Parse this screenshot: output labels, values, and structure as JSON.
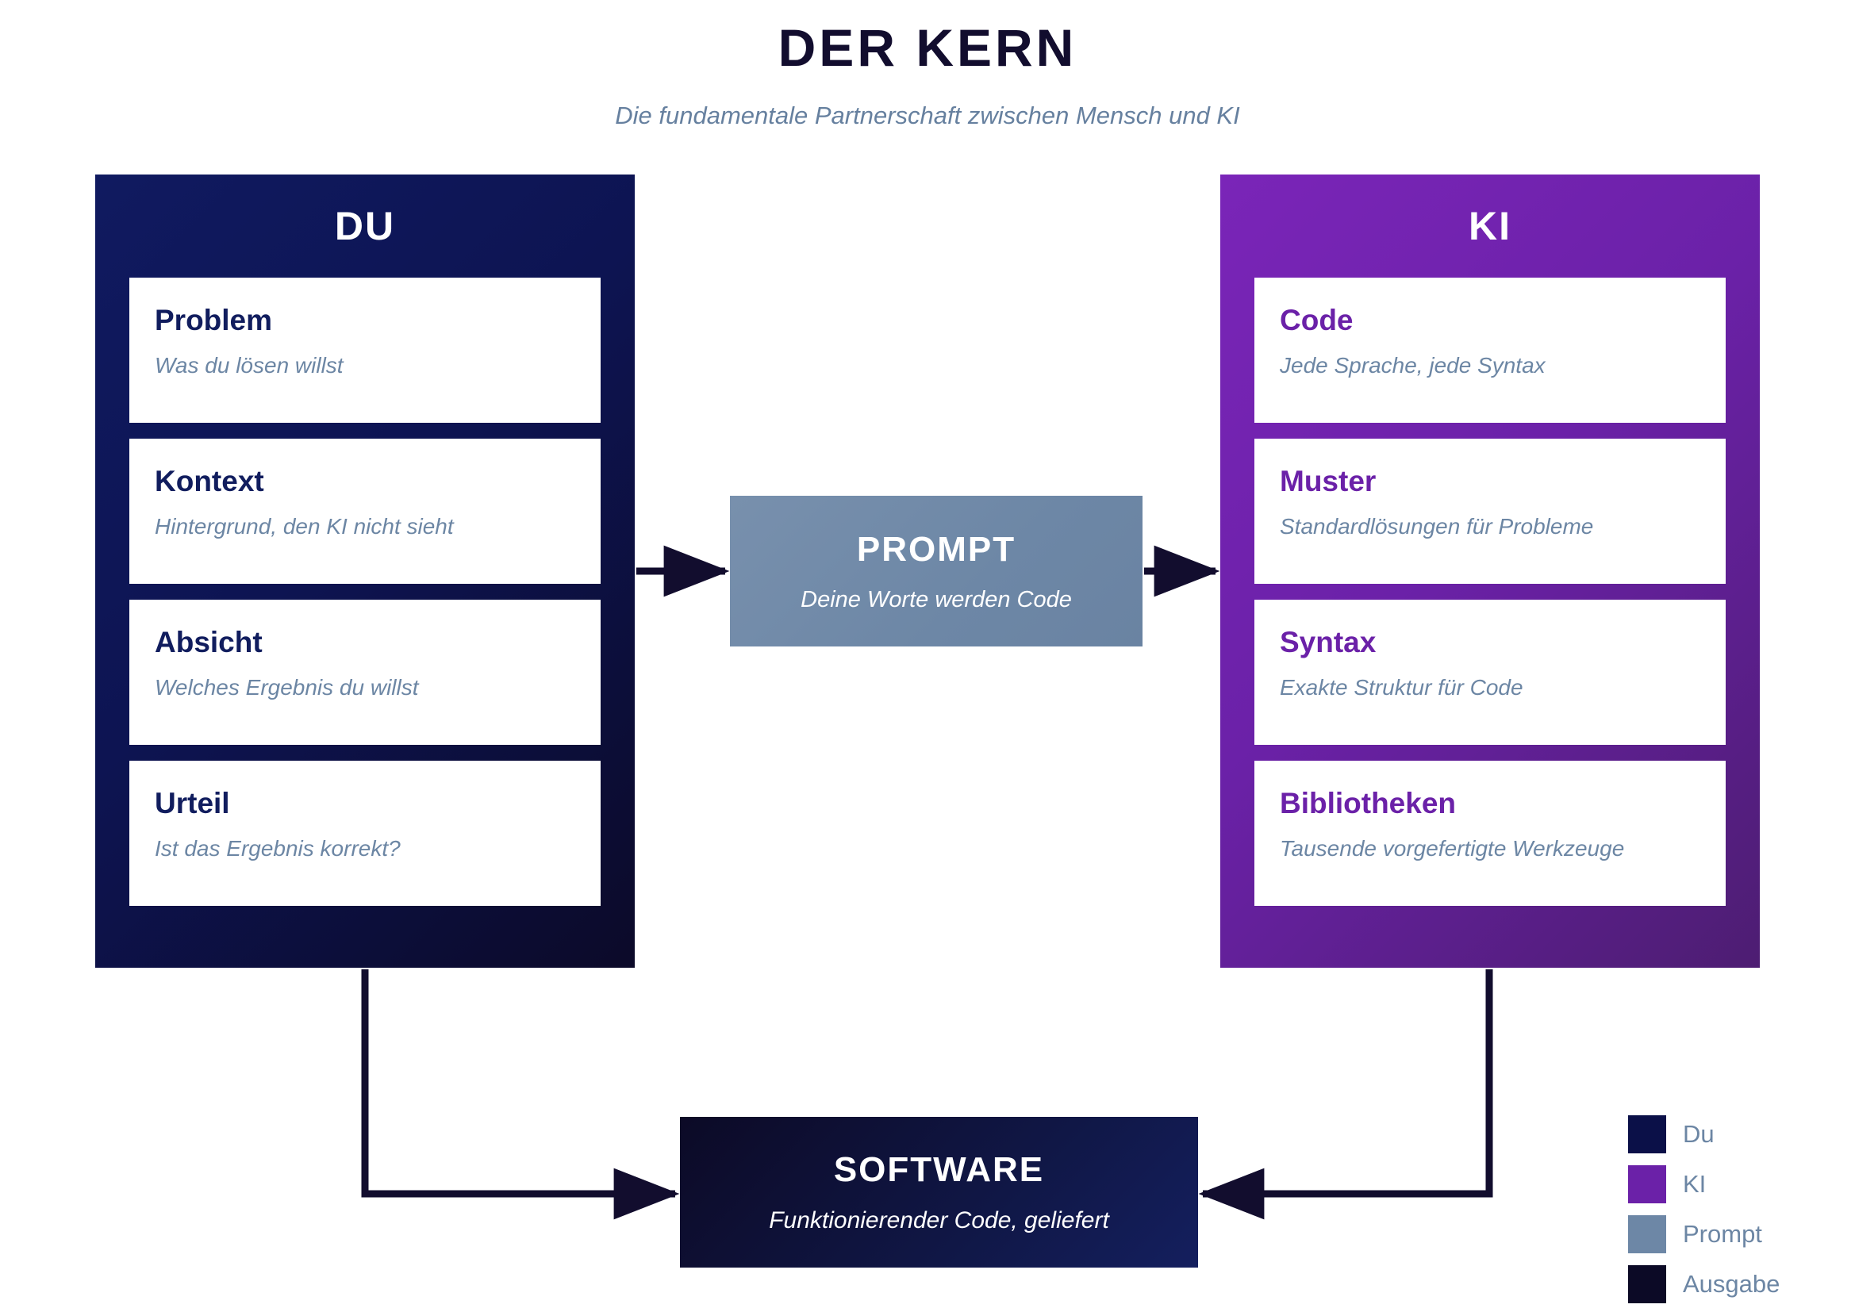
{
  "header": {
    "title": "DER KERN",
    "subtitle": "Die fundamentale Partnerschaft zwischen Mensch und KI"
  },
  "panels": {
    "du": {
      "heading": "DU",
      "cards": [
        {
          "title": "Problem",
          "desc": "Was du lösen willst"
        },
        {
          "title": "Kontext",
          "desc": "Hintergrund, den KI nicht sieht"
        },
        {
          "title": "Absicht",
          "desc": "Welches Ergebnis du willst"
        },
        {
          "title": "Urteil",
          "desc": "Ist das Ergebnis korrekt?"
        }
      ]
    },
    "ki": {
      "heading": "KI",
      "cards": [
        {
          "title": "Code",
          "desc": "Jede Sprache, jede Syntax"
        },
        {
          "title": "Muster",
          "desc": "Standardlösungen für Probleme"
        },
        {
          "title": "Syntax",
          "desc": "Exakte Struktur für Code"
        },
        {
          "title": "Bibliotheken",
          "desc": "Tausende vorgefertigte Werkzeuge"
        }
      ]
    }
  },
  "prompt": {
    "title": "PROMPT",
    "desc": "Deine Worte werden Code"
  },
  "software": {
    "title": "SOFTWARE",
    "desc": "Funktionierender Code, geliefert"
  },
  "legend": {
    "items": [
      {
        "label": "Du",
        "color": "#0b1048"
      },
      {
        "label": "KI",
        "color": "#6b21a8"
      },
      {
        "label": "Prompt",
        "color": "#6d87a6"
      },
      {
        "label": "Ausgabe",
        "color": "#0c0a26"
      }
    ]
  },
  "colors": {
    "du_panel": "#0d1452",
    "ki_panel": "#6b21a8",
    "prompt_box": "#6d87a6",
    "software_box": "#101746",
    "arrow": "#120d2e",
    "muted_text": "#6c86a4",
    "title_text": "#120d2e"
  }
}
